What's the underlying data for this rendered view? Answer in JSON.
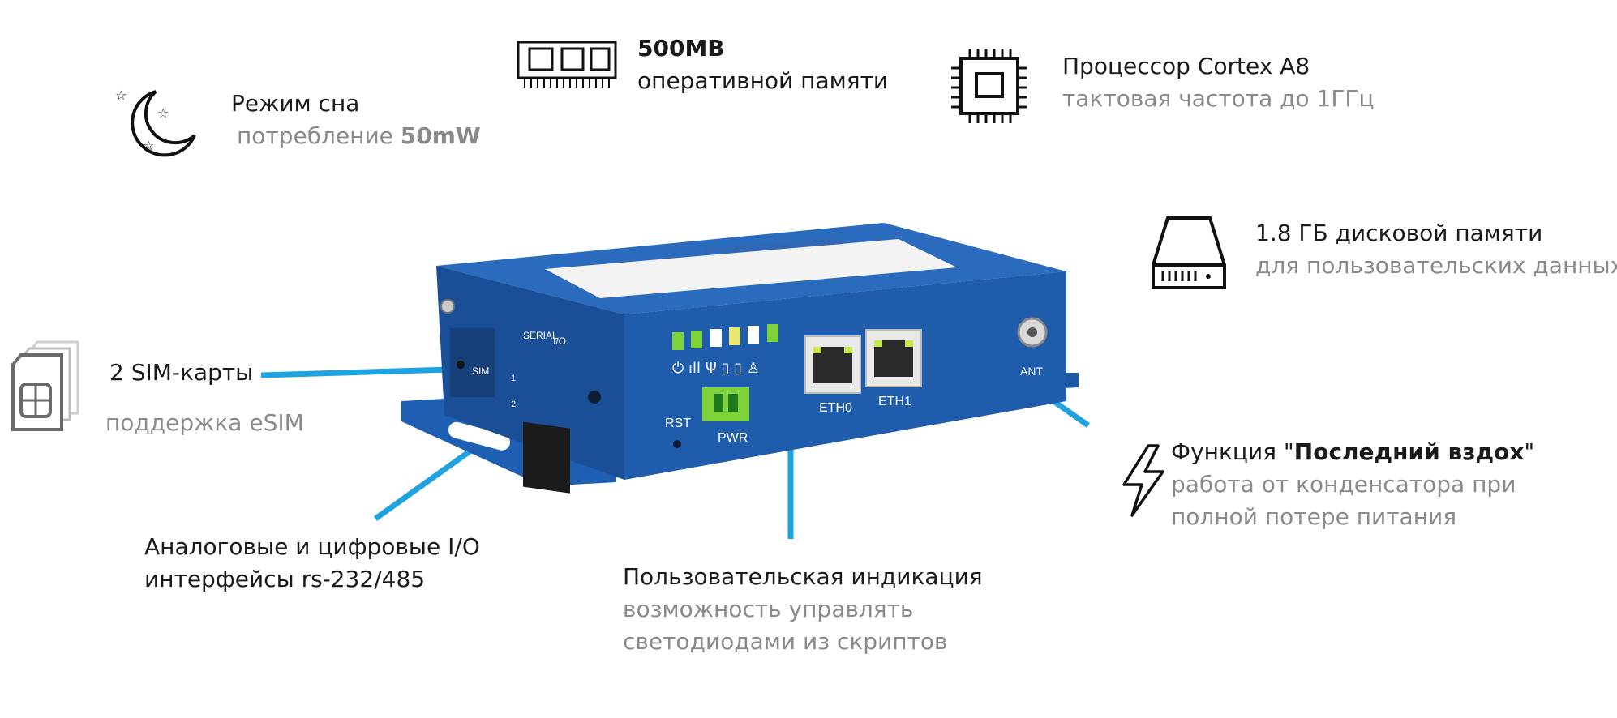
{
  "colors": {
    "accent_line": "#1fa3e0",
    "router_blue": "#1d5fb0",
    "led_green": "#7fd33a",
    "text_primary": "#1a1a1a",
    "text_secondary": "#8a8a8a"
  },
  "icons": [
    "moon-icon",
    "ram-icon",
    "cpu-icon",
    "disk-icon",
    "sim-card-icon",
    "lightning-icon"
  ],
  "sleep": {
    "title": "Режим сна",
    "sub_prefix": "потребление ",
    "sub_value": "50mW"
  },
  "ram": {
    "title": "500MB",
    "sub": "оперативной памяти"
  },
  "cpu": {
    "title": "Процессор Cortex A8",
    "sub": "тактовая частота до 1ГГц"
  },
  "disk": {
    "title": "1.8 ГБ дисковой памяти",
    "sub": "для пользовательских данных"
  },
  "sim": {
    "title": "2 SIM-карты",
    "sub": "поддержка eSIM"
  },
  "lastgasp": {
    "title_prefix": "Функция \"",
    "title_bold": "Последний вздох",
    "title_suffix": "\"",
    "sub_line1": "работа от конденсатора при",
    "sub_line2": "полной потере питания"
  },
  "io": {
    "line1": "Аналоговые и цифровые I/O",
    "line2": "интерфейсы rs-232/485"
  },
  "led": {
    "title": "Пользовательская индикация",
    "sub_line1": "возможность управлять",
    "sub_line2": "светодиодами из скриптов"
  },
  "device_labels": {
    "serial": "SERIAL",
    "io": "I/O",
    "sim": "SIM",
    "rst": "RST",
    "pwr": "PWR",
    "eth0": "ETH0",
    "eth1": "ETH1",
    "ant": "ANT",
    "slot1": "1",
    "slot2": "2"
  }
}
